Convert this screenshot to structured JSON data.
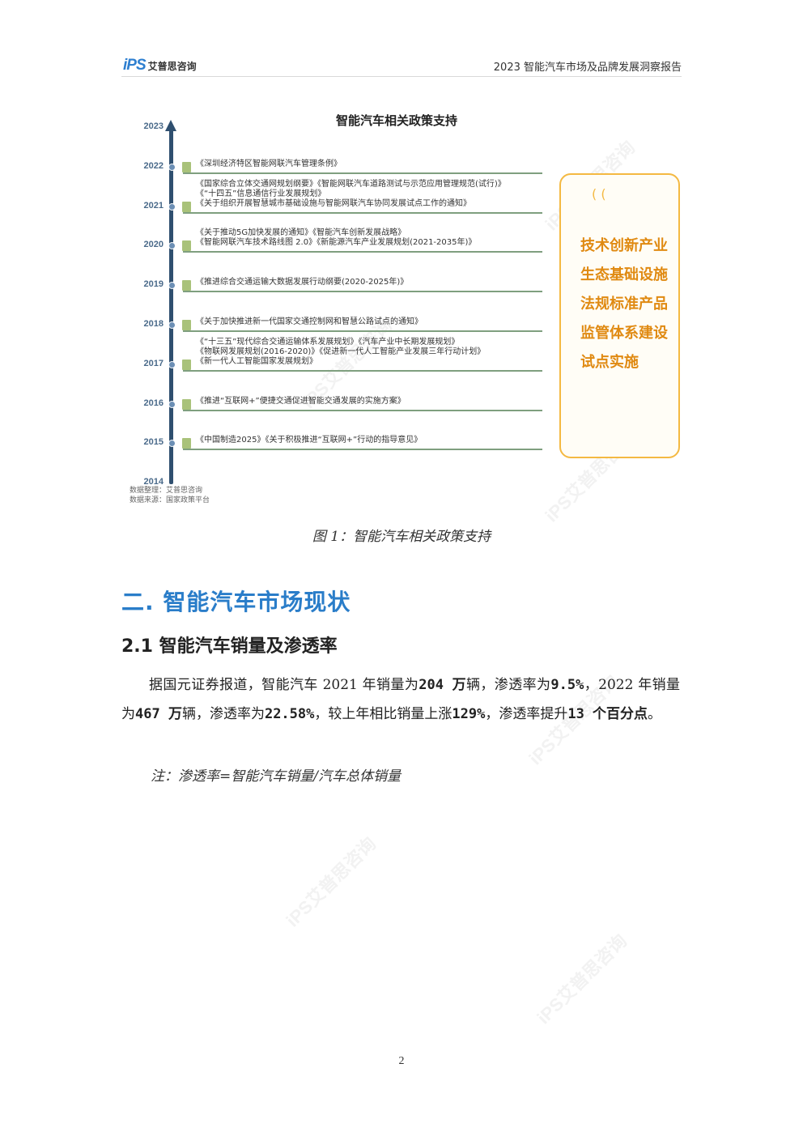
{
  "header": {
    "logo_mark_a": "i",
    "logo_mark_b": "PS",
    "logo_text": "艾普思咨询",
    "report_title": "2023 智能汽车市场及品牌发展洞察报告"
  },
  "figure": {
    "title": "智能汽车相关政策支持",
    "years": [
      "2023",
      "2022",
      "2021",
      "2020",
      "2019",
      "2018",
      "2017",
      "2016",
      "2015",
      "2014"
    ],
    "policies": [
      {
        "year": "2022",
        "lines": [
          "《深圳经济特区智能网联汽车管理条例》"
        ]
      },
      {
        "year": "2021",
        "lines": [
          "《国家综合立体交通网规划纲要》《智能网联汽车道路测试与示范应用管理规范(试行)》",
          "《“十四五”信息通信行业发展规划》",
          "《关于组织开展智慧城市基础设施与智能网联汽车协同发展试点工作的通知》"
        ]
      },
      {
        "year": "2020",
        "lines": [
          "《关于推动5G加快发展的通知》《智能汽车创新发展战略》",
          "《智能网联汽车技术路线图 2.0》《新能源汽车产业发展规划(2021-2035年)》"
        ]
      },
      {
        "year": "2019",
        "lines": [
          "《推进综合交通运输大数据发展行动纲要(2020-2025年)》"
        ]
      },
      {
        "year": "2018",
        "lines": [
          "《关于加快推进新一代国家交通控制网和智慧公路试点的通知》"
        ]
      },
      {
        "year": "2017",
        "lines": [
          "《“十三五”现代综合交通运输体系发展规划》《汽车产业中长期发展规划》",
          "《物联网发展规划(2016-2020)》《促进新一代人工智能产业发展三年行动计划》",
          "《新一代人工智能国家发展规划》"
        ]
      },
      {
        "year": "2016",
        "lines": [
          "《推进“互联网+”便捷交通促进智能交通发展的实施方案》"
        ]
      },
      {
        "year": "2015",
        "lines": [
          "《中国制造2025》《关于积极推进“互联网+”行动的指导意见》"
        ]
      }
    ],
    "callout_deco": "( (",
    "callout_text": "技术创新产业生态基础设施法规标准产品监管体系建设试点实施",
    "source_line1": "数据整理：艾普思咨询",
    "source_line2": "数据来源：国家政策平台"
  },
  "caption": "图 1：智能汽车相关政策支持",
  "section": {
    "h1": "二. 智能汽车市场现状",
    "h2": "2.1 智能汽车销量及渗透率",
    "p_a": "据国元证券报道，智能汽车 2021 年销量为",
    "p_b": "204 万",
    "p_c": "辆，渗透率为",
    "p_d": "9.5%",
    "p_e": "，2022 年销量为",
    "p_f": "467 万",
    "p_g": "辆，渗透率为",
    "p_h": "22.58%",
    "p_i": "，较上年相比销量上涨",
    "p_j": "129%",
    "p_k": "，渗透率提升",
    "p_l": "13 个百分点",
    "p_m": "。",
    "note": "注：渗透率=智能汽车销量/汽车总体销量"
  },
  "page_number": "2",
  "watermark": "iPS艾普思咨询"
}
